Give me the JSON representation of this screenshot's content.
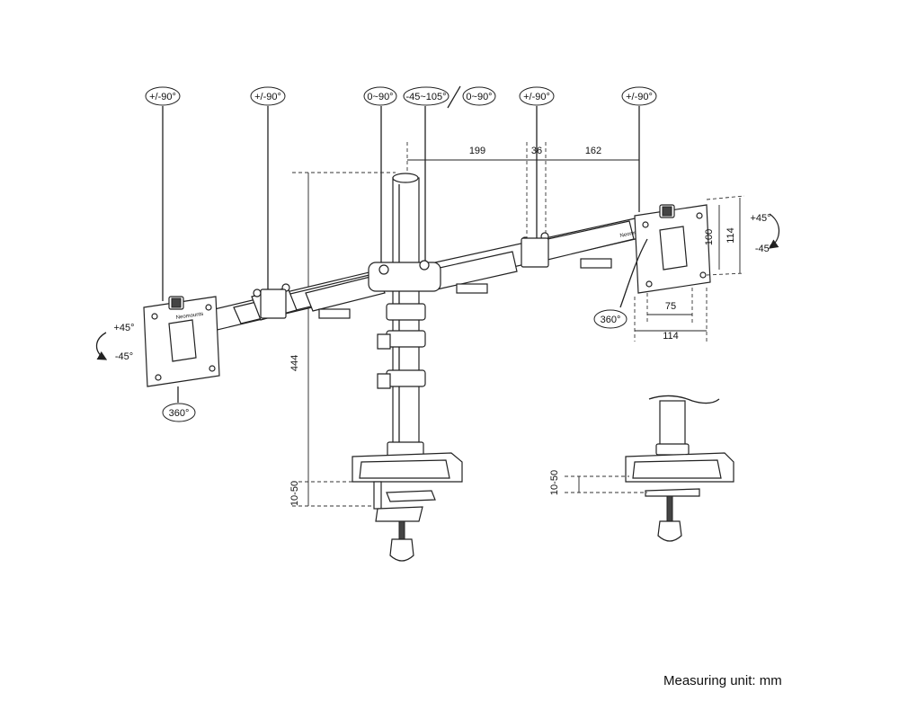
{
  "rotation_labels": {
    "left_plate": "+/-90°",
    "left_arm": "+/-90°",
    "pole": "0~90°",
    "center": "-45~105°",
    "center_alt": "0~90°",
    "right_arm": "+/-90°",
    "right_plate": "+/-90°"
  },
  "swivel_labels": {
    "left_360": "360°",
    "right_360": "360°",
    "left_plus": "+45°",
    "left_minus": "-45°",
    "right_plus": "+45°",
    "right_minus": "-45°"
  },
  "dimensions": {
    "arm_reach_1": "199",
    "arm_reach_2": "36",
    "arm_reach_3": "162",
    "pole_height": "444",
    "clamp_range": "10-50",
    "clamp_range_detail": "10-50",
    "vesa_small_h": "100",
    "vesa_large_h": "114",
    "vesa_small_w": "75",
    "vesa_large_w": "114"
  },
  "brand": {
    "left": "Neomounts",
    "right": "Neomounts"
  },
  "footer": {
    "unit_note": "Measuring unit: mm"
  }
}
